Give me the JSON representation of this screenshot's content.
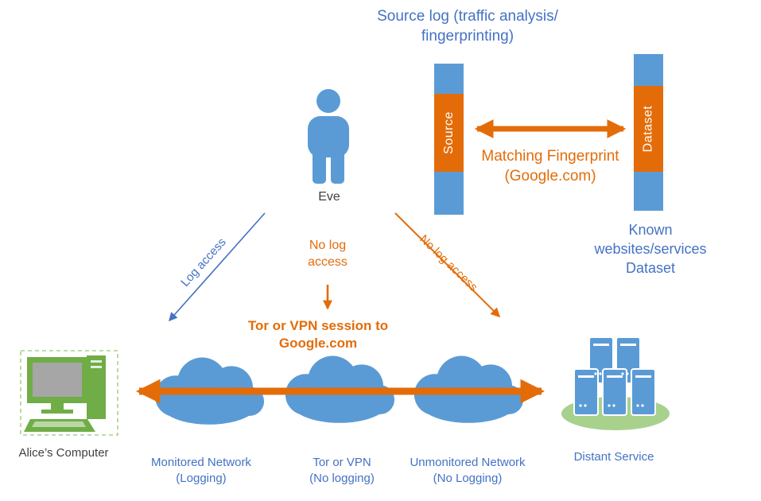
{
  "colors": {
    "shape_blue": "#5B9BD5",
    "text_blue": "#4472C4",
    "orange": "#E36C09",
    "green": "#70AD47",
    "light_green": "#A9D18E",
    "screen_gray": "#A6A6A6",
    "dark_text": "#404040"
  },
  "title": "Source log (traffic analysis/\nfingerprinting)",
  "eve": {
    "label": "Eve"
  },
  "fingerprint": {
    "source_bar_label": "Source",
    "dataset_bar_label": "Dataset",
    "matching_label": "Matching Fingerprint\n(Google.com)",
    "dataset_caption": "Known websites/services\nDataset"
  },
  "access_labels": {
    "left": "Log access",
    "center": "No log\naccess",
    "right": "No log access"
  },
  "session_label": "Tor or VPN session to\nGoogle.com",
  "nodes": {
    "alice": "Alice’s Computer",
    "distant": "Distant Service"
  },
  "clouds": [
    {
      "label": "Monitored Network\n(Logging)"
    },
    {
      "label": "Tor or VPN\n(No logging)"
    },
    {
      "label": "Unmonitored Network\n(No Logging)"
    }
  ]
}
